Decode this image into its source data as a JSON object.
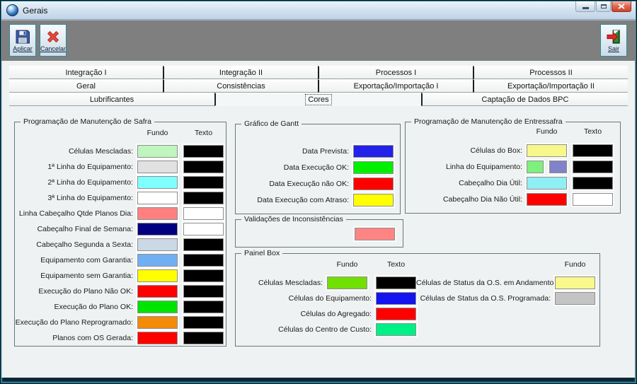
{
  "window": {
    "title": "Gerais"
  },
  "toolbar": {
    "apply_label": "Aplicar",
    "cancel_label": "Cancelar",
    "exit_label": "Sair"
  },
  "tabs": {
    "row1": [
      "Integração I",
      "Integração II",
      "Processos I",
      "Processos II"
    ],
    "row2": [
      "Geral",
      "Consistências",
      "Exportação/Importação I",
      "Exportação/Importação II"
    ],
    "row3": [
      "Lubrificantes",
      "Cores",
      "Captação de Dados BPC"
    ],
    "selected": "Cores"
  },
  "groups": {
    "safra": {
      "title": "Programação de Manutenção de Safra",
      "col_fundo": "Fundo",
      "col_texto": "Texto",
      "rows": [
        {
          "label": "Células Mescladas:",
          "fundo": "#BFF5BF",
          "texto": "#000000"
        },
        {
          "label": "1ª Linha do Equipamento:",
          "fundo": "#E1E1E1",
          "texto": "#000000"
        },
        {
          "label": "2ª Linha do Equipamento:",
          "fundo": "#80FFFF",
          "texto": "#000000"
        },
        {
          "label": "3ª Linha do Equipamento:",
          "fundo": "#FFFFFF",
          "texto": "#000000"
        },
        {
          "label": "Linha Cabeçalho Qtde Planos Dia:",
          "fundo": "#FF8080",
          "texto": "#FFFFFF"
        },
        {
          "label": "Cabeçalho Final de Semana:",
          "fundo": "#000080",
          "texto": "#FFFFFF"
        },
        {
          "label": "Cabeçalho Segunda a Sexta:",
          "fundo": "#CBD8E6",
          "texto": "#000000"
        },
        {
          "label": "Equipamento com Garantia:",
          "fundo": "#70B0F2",
          "texto": "#000000"
        },
        {
          "label": "Equipamento sem Garantia:",
          "fundo": "#FFFF00",
          "texto": "#000000"
        },
        {
          "label": "Execução do Plano Não OK:",
          "fundo": "#FF0000",
          "texto": "#000000"
        },
        {
          "label": "Execução do Plano OK:",
          "fundo": "#00E400",
          "texto": "#000000"
        },
        {
          "label": "Execução do Plano Reprogramado:",
          "fundo": "#F28A0A",
          "texto": "#000000"
        },
        {
          "label": "Planos com OS Gerada:",
          "fundo": "#FF0000",
          "texto": "#000000"
        }
      ]
    },
    "gantt": {
      "title": "Gráfico de Gantt",
      "rows": [
        {
          "label": "Data Prevista:",
          "fundo": "#2222E8"
        },
        {
          "label": "Data Execução OK:",
          "fundo": "#00F000"
        },
        {
          "label": "Data Execução não OK:",
          "fundo": "#FF0000"
        },
        {
          "label": "Data Execução com Atraso:",
          "fundo": "#FFFF00"
        }
      ]
    },
    "validacoes": {
      "title": "Validações de Inconsistências",
      "fundo": "#FF8585"
    },
    "entressafra": {
      "title": "Programação de Manutenção de Entressafra",
      "col_fundo": "Fundo",
      "col_texto": "Texto",
      "rows": [
        {
          "label": "Células do Box:",
          "fundo": "#F7F78C",
          "texto": "#000000"
        },
        {
          "label": "Linha do Equipamento:",
          "fundo": "#7DF07D",
          "fundo2": "#8282C8",
          "texto": "#000000"
        },
        {
          "label": "Cabeçalho Dia Útil:",
          "fundo": "#90EEF5",
          "texto": "#000000"
        },
        {
          "label": "Cabeçalho Dia Não Útil:",
          "fundo": "#FF0000",
          "texto": "#FFFFFF"
        }
      ]
    },
    "painel": {
      "title": "Painel Box",
      "col_fundo": "Fundo",
      "col_texto": "Texto",
      "col_fundo_right": "Fundo",
      "left_rows": [
        {
          "label": "Células Mescladas:",
          "fundo": "#70E000",
          "texto": "#000000"
        },
        {
          "label": "Células do Equipamento:",
          "fundo": "#1414F0"
        },
        {
          "label": "Células do Agregado:",
          "fundo": "#FF0000"
        },
        {
          "label": "Células do Centro de Custo:",
          "fundo": "#00F087"
        }
      ],
      "right_rows": [
        {
          "label": "Células de Status da O.S. em Andamento:",
          "fundo": "#F8F88C"
        },
        {
          "label": "Células de Status da O.S. Programada:",
          "fundo": "#C4C4C4"
        }
      ]
    }
  }
}
